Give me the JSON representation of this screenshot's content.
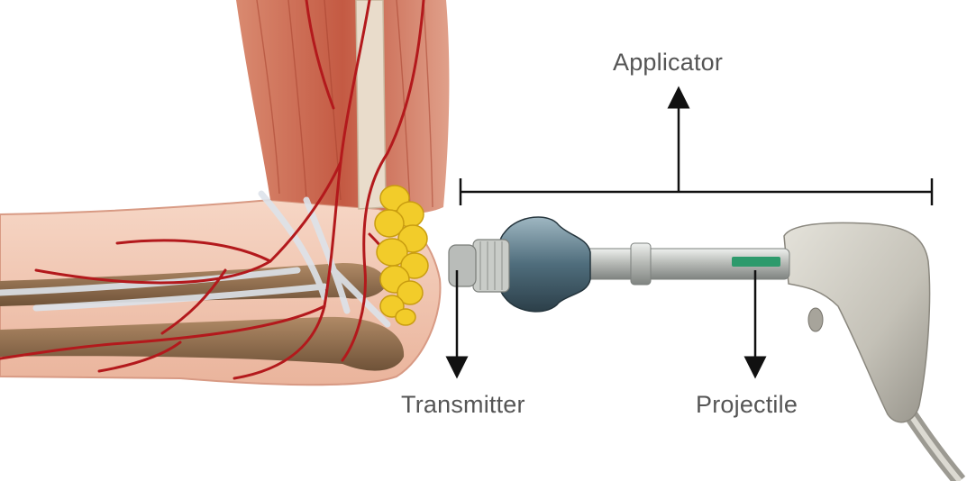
{
  "labels": {
    "applicator": "Applicator",
    "transmitter": "Transmitter",
    "projectile": "Projectile"
  },
  "colors": {
    "label_text": "#555555",
    "arrow": "#111111",
    "skin": "#f3c9b4",
    "muscle": "#c9604a",
    "artery": "#b3191c",
    "bone": "#8a6a4c",
    "calcification": "#f2cc2a",
    "handpiece": "#c9c6bd",
    "cap": "#4f6d7c"
  },
  "icons": {
    "anatomy": "elbow-anatomy-illustration",
    "device": "shockwave-handpiece-illustration"
  }
}
